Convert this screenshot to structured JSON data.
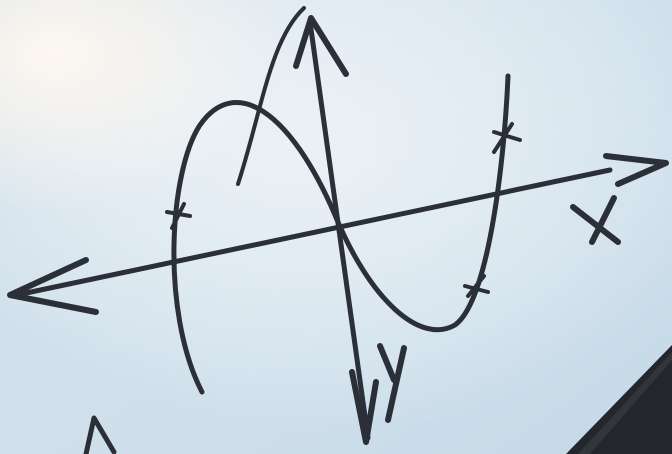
{
  "photo": {
    "subject": "hand-drawn-cubic-graph-on-whiteboard",
    "ink_color": "#2b2f38",
    "board_color_light": "#f3f7fa",
    "board_color_shadow": "#c9d9e6",
    "glare_color": "#f7f1ea",
    "corner_object_color": "#23262c"
  },
  "labels": {
    "x_axis": "X",
    "y_axis": "Y"
  }
}
